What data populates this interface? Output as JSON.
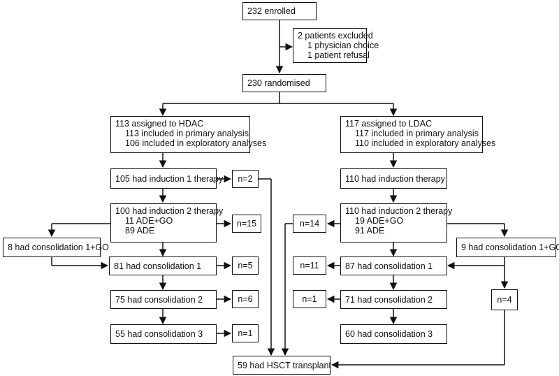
{
  "enrolled": "232 enrolled",
  "excluded": {
    "title": "2 patients excluded",
    "reasons": [
      "1 physician choice",
      "1 patient refusal"
    ]
  },
  "randomised": "230 randomised",
  "hdac": {
    "assigned": "113 assigned to HDAC",
    "primary": "113 included in primary analysis",
    "exploratory": "106 included in exploratory analyses",
    "induction1": "105 had induction 1 therapy",
    "induction1_n": "n=2",
    "induction2": "100 had induction 2 therapy",
    "induction2_detail": [
      "11 ADE+GO",
      "89 ADE"
    ],
    "induction2_n": "n=15",
    "consolidation_go": "8 had consolidation 1+GO",
    "consolidation1": "81 had consolidation 1",
    "consolidation1_n": "n=5",
    "consolidation2": "75 had consolidation 2",
    "consolidation2_n": "n=6",
    "consolidation3": "55 had consolidation 3",
    "consolidation3_n": "n=1"
  },
  "ldac": {
    "assigned": "117 assigned to LDAC",
    "primary": "117 included in primary analysis",
    "exploratory": "110 included in exploratory analyses",
    "induction1": "110 had induction therapy",
    "induction2": "110 had induction 2 therapy",
    "induction2_detail": [
      "19 ADE+GO",
      "91 ADE"
    ],
    "induction2_n": "n=14",
    "consolidation_go": "9 had consolidation 1+GO",
    "consolidation_go_n": "n=4",
    "consolidation1": "87 had consolidation 1",
    "consolidation1_n": "n=11",
    "consolidation2": "71 had consolidation 2",
    "consolidation2_n": "n=1",
    "consolidation3": "60 had consolidation 3"
  },
  "hsct": "59 had HSCT transplant"
}
